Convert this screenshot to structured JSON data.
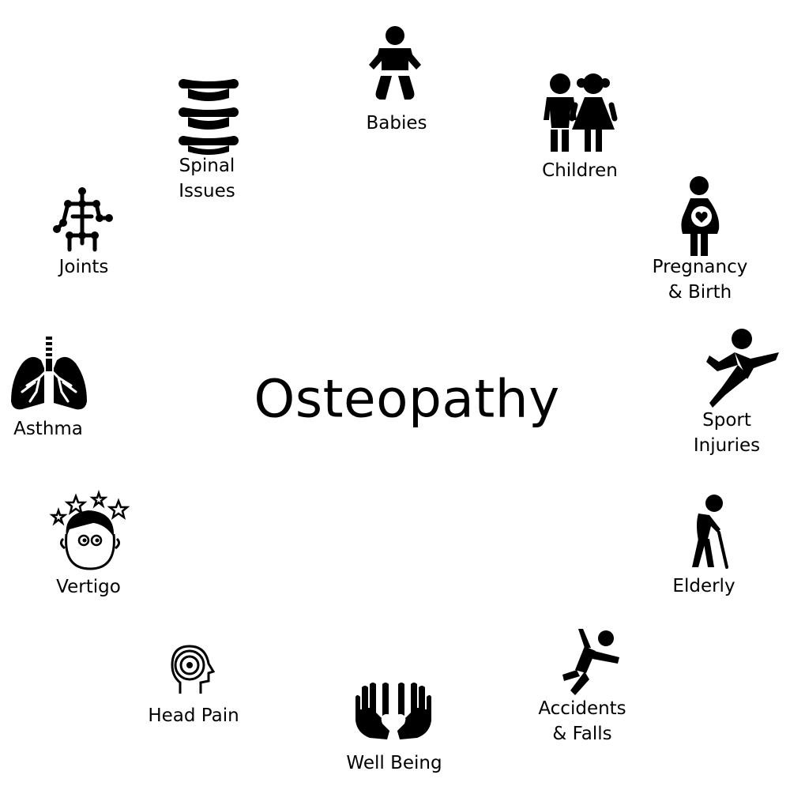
{
  "title": "Osteopathy",
  "colors": {
    "ink": "#000000",
    "background": "#ffffff"
  },
  "items": [
    {
      "icon": "baby-icon",
      "lines": [
        "Babies"
      ]
    },
    {
      "icon": "children-icon",
      "lines": [
        "Children"
      ]
    },
    {
      "icon": "pregnant-woman-icon",
      "lines": [
        "Pregnancy",
        "& Birth"
      ]
    },
    {
      "icon": "runner-icon",
      "lines": [
        "Sport",
        "Injuries"
      ]
    },
    {
      "icon": "elderly-person-icon",
      "lines": [
        "Elderly"
      ]
    },
    {
      "icon": "falling-person-icon",
      "lines": [
        "Accidents",
        "& Falls"
      ]
    },
    {
      "icon": "hands-heart-icon",
      "lines": [
        "Well Being"
      ]
    },
    {
      "icon": "head-target-icon",
      "lines": [
        "Head Pain"
      ]
    },
    {
      "icon": "dizzy-face-icon",
      "lines": [
        "Vertigo"
      ]
    },
    {
      "icon": "lungs-icon",
      "lines": [
        "Asthma"
      ]
    },
    {
      "icon": "skeleton-joints-icon",
      "lines": [
        "Joints"
      ]
    },
    {
      "icon": "spine-icon",
      "lines": [
        "Spinal",
        "Issues"
      ]
    }
  ]
}
